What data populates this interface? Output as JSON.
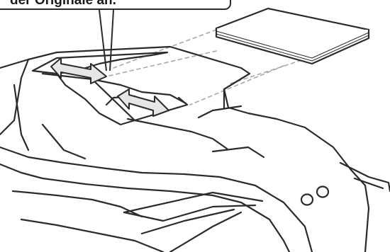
{
  "callout": {
    "text": "der Originale an."
  },
  "colors": {
    "outline": "#2b2b2b",
    "guide_line": "#a8a8a8",
    "arrow_fill": "#e6e6e6",
    "paper_fill": "#ffffff"
  },
  "icons": {
    "width_arrows": "double-headed-arrow",
    "paper_stack": "document-stack"
  }
}
